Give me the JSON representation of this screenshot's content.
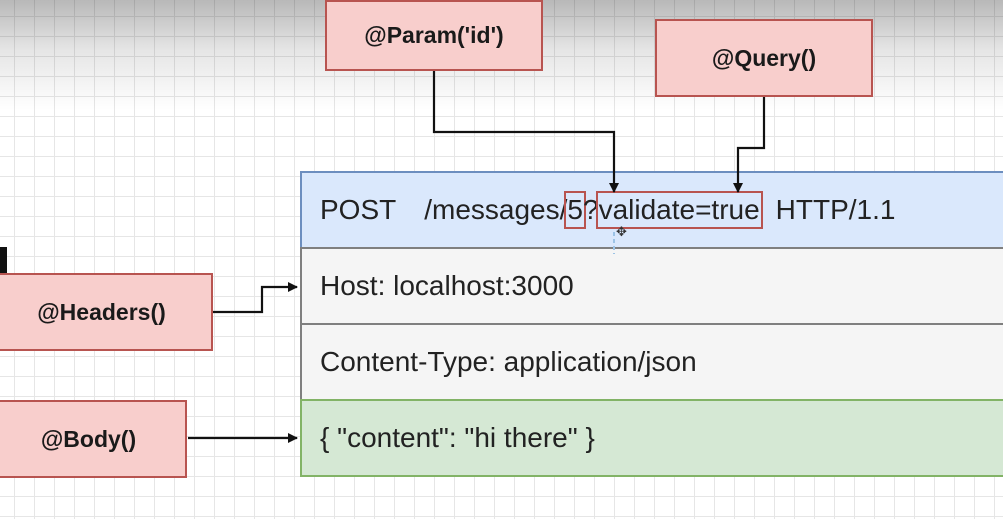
{
  "labels": {
    "param": "@Param('id')",
    "query": "@Query()",
    "headers": "@Headers()",
    "body": "@Body()"
  },
  "request": {
    "method": "POST",
    "path_prefix": "/messages/",
    "param_value": "5",
    "query_sep": "?",
    "query_value": "validate=true",
    "protocol": "HTTP/1.1",
    "host_header": "Host: localhost:3000",
    "content_type_header": "Content-Type: application/json",
    "body": "{ \"content\": \"hi there\" }"
  },
  "colors": {
    "label_fill": "#f8cecc",
    "label_border": "#b85450",
    "request_line_fill": "#dae8fc",
    "header_fill": "#f5f5f5",
    "body_fill": "#d5e8d4"
  },
  "icons": {
    "cursor": "move-cursor-icon"
  }
}
